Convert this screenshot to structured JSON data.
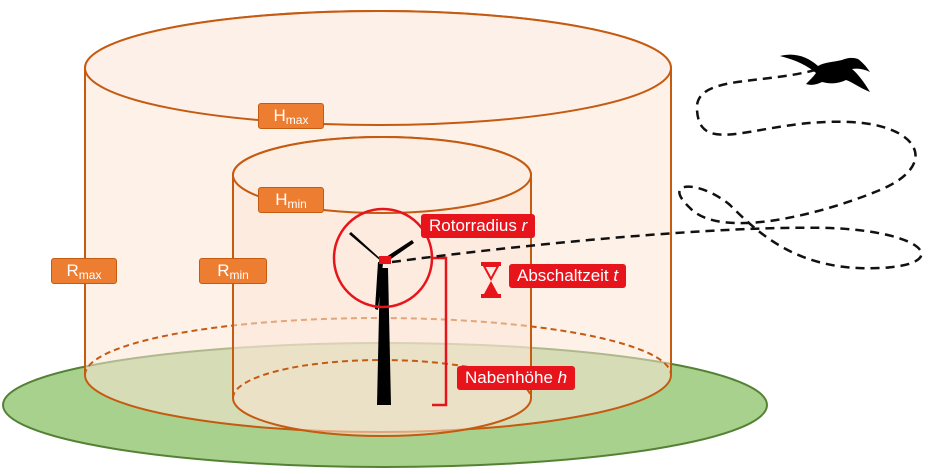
{
  "labels": {
    "h_max": {
      "main": "H",
      "sub": "max"
    },
    "h_min": {
      "main": "H",
      "sub": "min"
    },
    "r_max": {
      "main": "R",
      "sub": "max"
    },
    "r_min": {
      "main": "R",
      "sub": "min"
    },
    "rotor_radius": {
      "text": "Rotorradius",
      "var": "r"
    },
    "shutdown_time": {
      "text": "Abschaltzeit",
      "var": "t"
    },
    "hub_height": {
      "text": "Nabenhöhe",
      "var": "h"
    }
  },
  "colors": {
    "ground": "#a9d18e",
    "ground_border": "#548235",
    "cylinder_fill": "#fbe5d6",
    "cylinder_stroke": "#c55a11",
    "label_orange": "#ed7d31",
    "label_red": "#e8141c",
    "turbine": "#000000"
  },
  "icons": {
    "bird": "bird-silhouette-icon",
    "hourglass": "hourglass-icon",
    "flight_path": "dashed-flight-path"
  }
}
